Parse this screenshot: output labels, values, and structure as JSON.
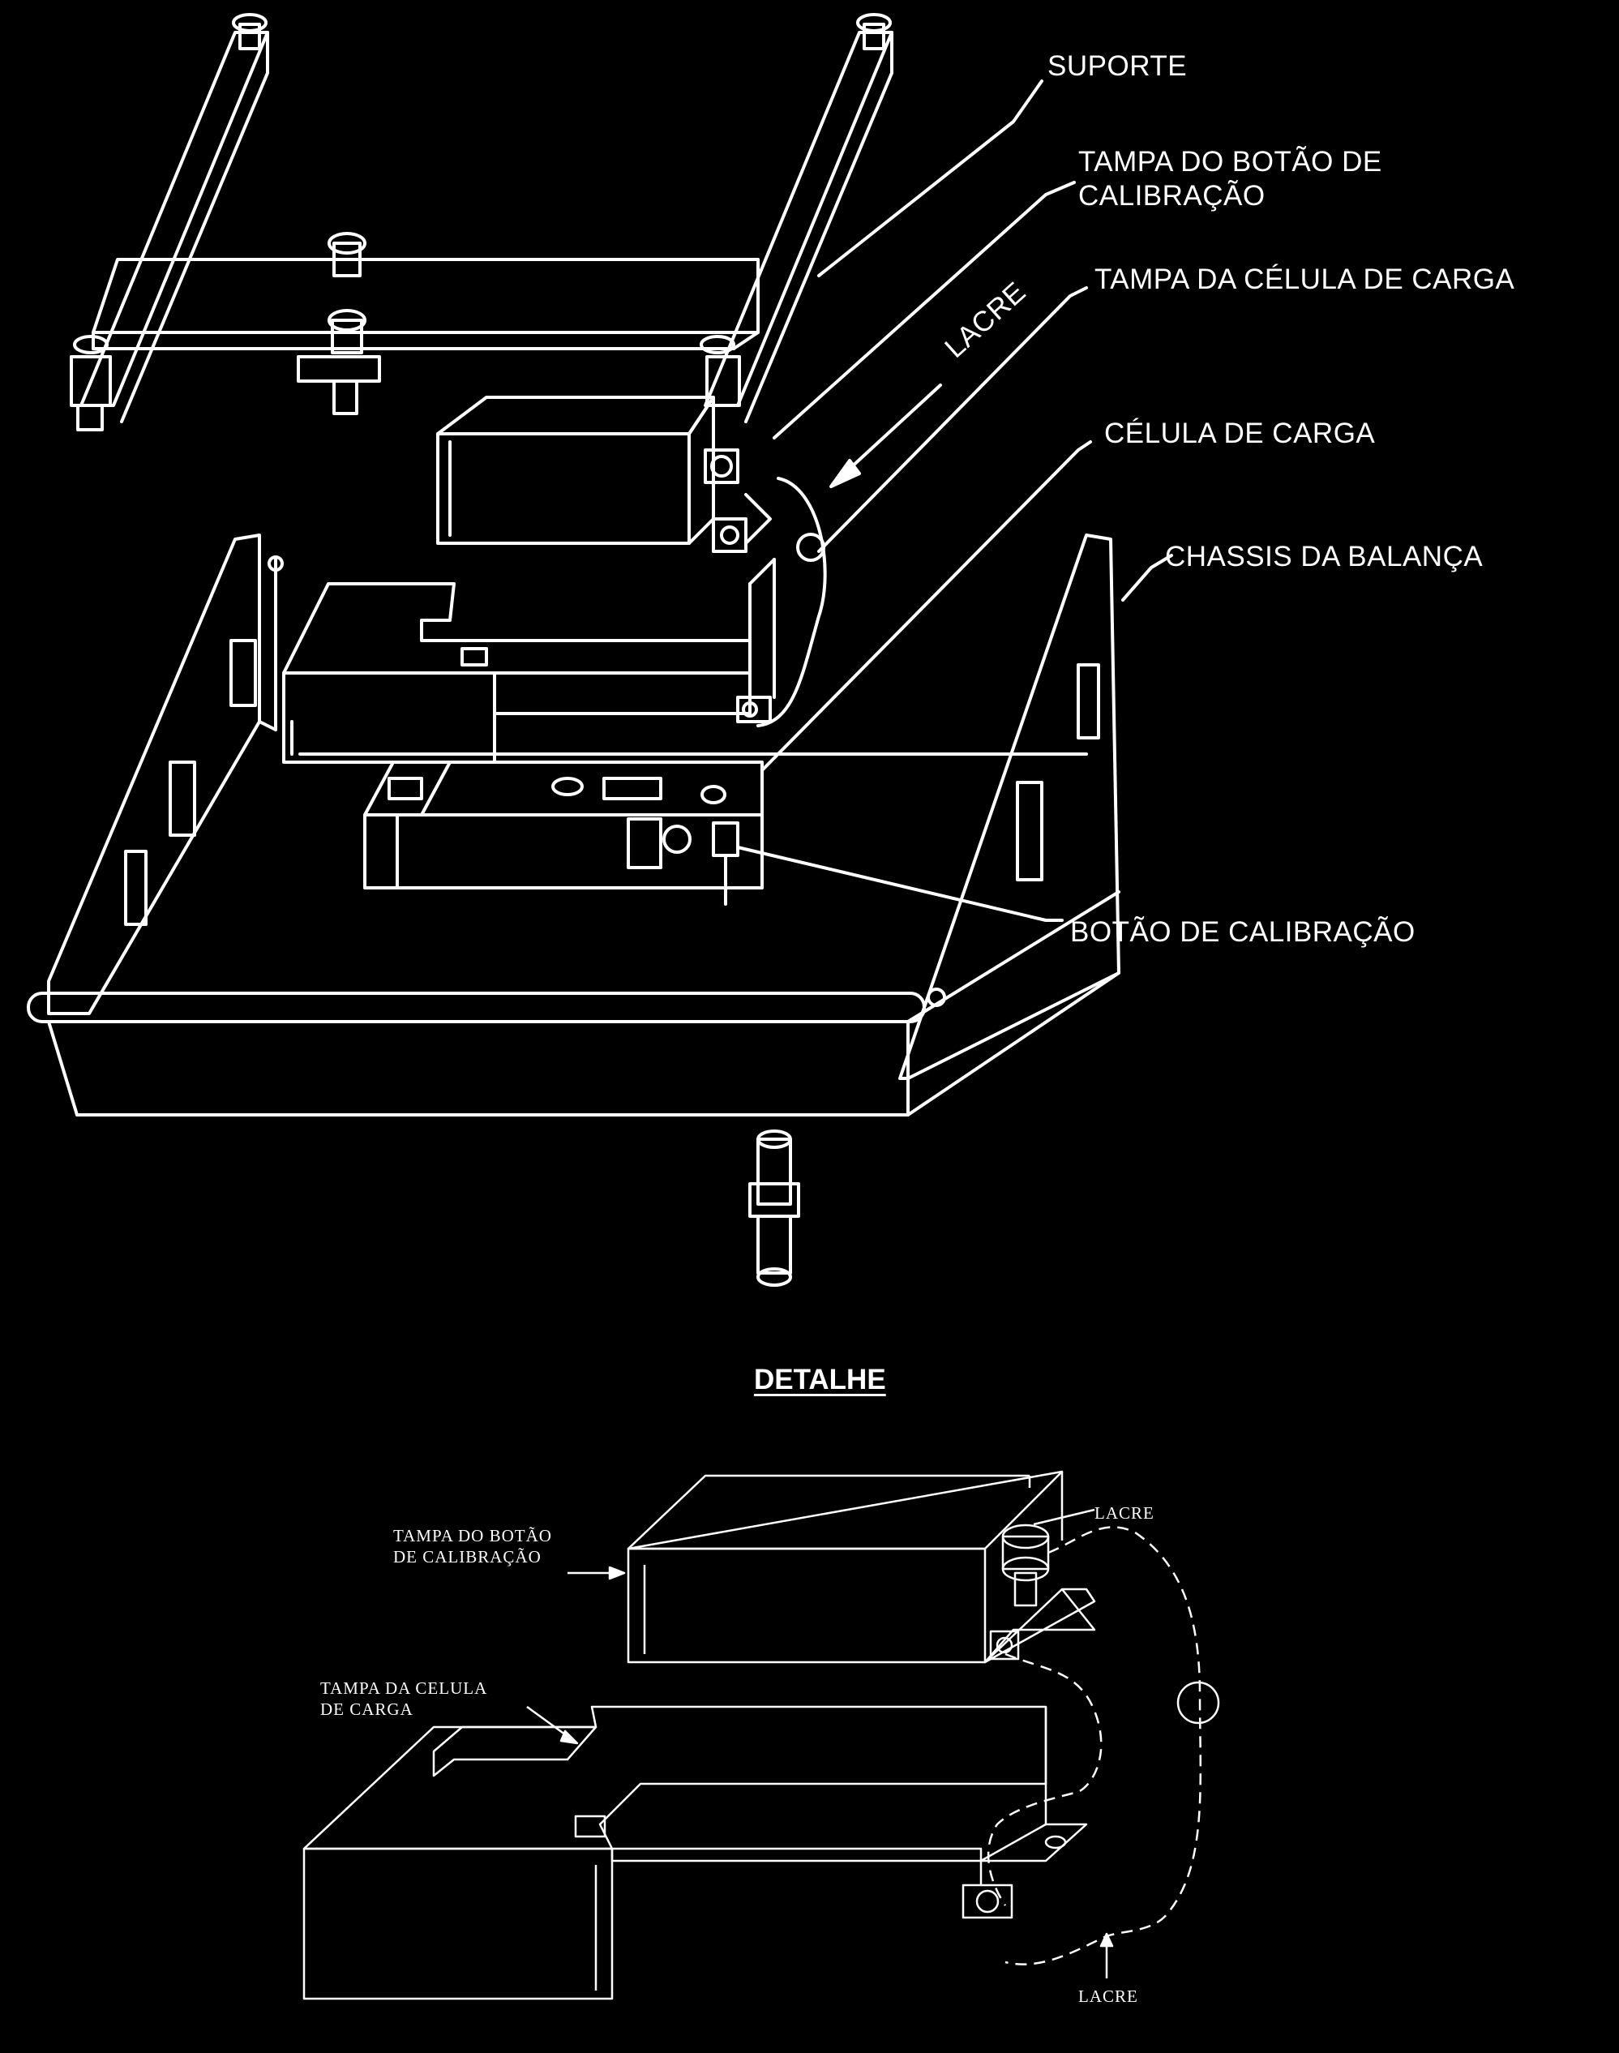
{
  "colors": {
    "background": "#000000",
    "ink": "#ffffff"
  },
  "main_view": {
    "labels": {
      "suporte": "SUPORTE",
      "tampa_botao_line1": "TAMPA DO BOTÃO DE",
      "tampa_botao_line2": "CALIBRAÇÃO",
      "tampa_celula": "TAMPA DA CÉLULA DE CARGA",
      "celula": "CÉLULA DE CARGA",
      "chassis": "CHASSIS DA BALANÇA",
      "botao": "BOTÃO DE CALIBRAÇÃO",
      "lacre_arrow": "LACRE"
    }
  },
  "detail_view": {
    "heading": "DETALHE",
    "labels": {
      "tampa_botao_line1": "TAMPA DO BOTÃO",
      "tampa_botao_line2": "DE CALIBRAÇÃO",
      "tampa_celula_line1": "TAMPA DA CELULA",
      "tampa_celula_line2": "DE CARGA",
      "lacre_top": "LACRE",
      "lacre_bottom": "LACRE"
    }
  }
}
